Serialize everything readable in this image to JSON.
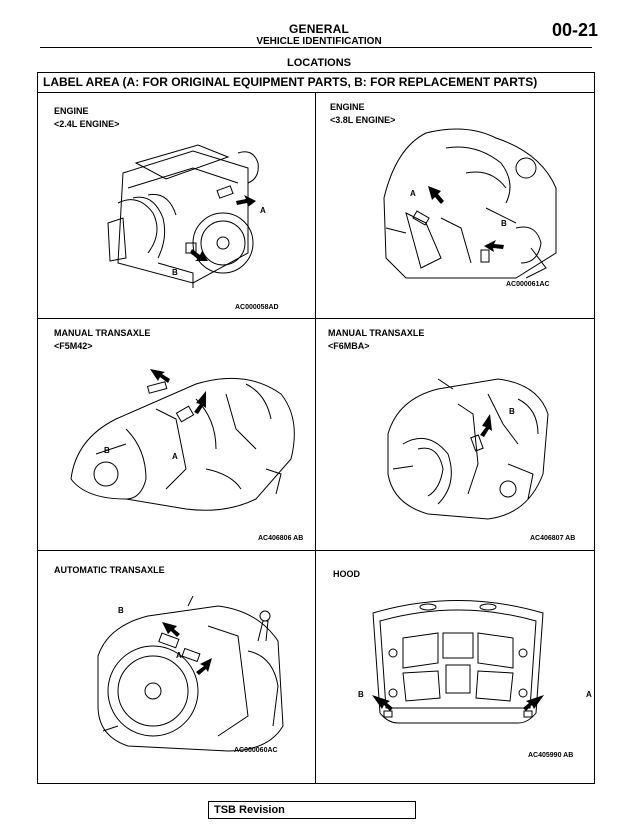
{
  "header": {
    "title": "GENERAL",
    "subtitle": "VEHICLE IDENTIFICATION",
    "page_number": "00-21"
  },
  "section_heading": "LOCATIONS",
  "frame_title": "LABEL AREA (A: FOR ORIGINAL EQUIPMENT PARTS, B: FOR REPLACEMENT PARTS)",
  "panels": [
    {
      "line1": "ENGINE",
      "line2": "<2.4L ENGINE>",
      "code": "AC000058AD",
      "callout_a": "A",
      "callout_b": "B"
    },
    {
      "line1": "ENGINE",
      "line2": "<3.8L ENGINE>",
      "code": "AC000061AC",
      "callout_a": "A",
      "callout_b": "B"
    },
    {
      "line1": "MANUAL TRANSAXLE",
      "line2": "<F5M42>",
      "code": "AC406806 AB",
      "callout_a": "A",
      "callout_b": "B"
    },
    {
      "line1": "MANUAL TRANSAXLE",
      "line2": "<F6MBA>",
      "code": "AC406807 AB",
      "callout_b": "B"
    },
    {
      "line1": "AUTOMATIC TRANSAXLE",
      "code": "AC000060AC",
      "callout_a": "A",
      "callout_b": "B"
    },
    {
      "line1": "HOOD",
      "code": "AC405990 AB",
      "callout_a": "A",
      "callout_b": "B"
    }
  ],
  "footer": {
    "label": "TSB Revision"
  }
}
